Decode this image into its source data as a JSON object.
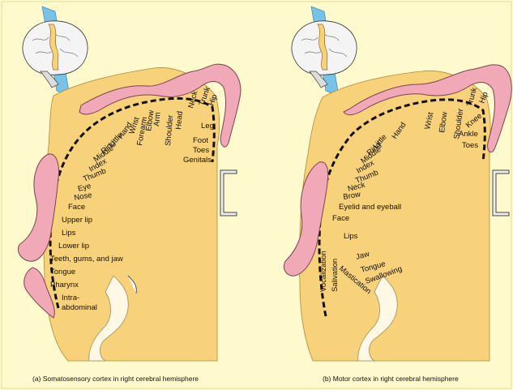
{
  "figure": {
    "panels": [
      {
        "id": "a",
        "caption": "(a) Somatosensory cortex in right cerebral hemisphere",
        "labels": [
          "Hip",
          "Trunk",
          "Neck",
          "Head",
          "Shoulder",
          "Arm",
          "Elbow",
          "Forearm",
          "Wrist",
          "Hand",
          "Little",
          "Ring",
          "Middle",
          "Index",
          "Thumb",
          "Eye",
          "Nose",
          "Face",
          "Upper lip",
          "Lips",
          "Lower lip",
          "Teeth, gums, and jaw",
          "Tongue",
          "Pharynx",
          "Intra-",
          "abdominal",
          "Leg",
          "Foot",
          "Toes",
          "Genitals"
        ]
      },
      {
        "id": "b",
        "caption": "(b) Motor cortex in right cerebral hemisphere",
        "labels": [
          "Hip",
          "Trunk",
          "Shoulder",
          "Elbow",
          "Wrist",
          "Hand",
          "Little",
          "Ring",
          "Middle",
          "Index",
          "Thumb",
          "Neck",
          "Brow",
          "Eyelid and eyeball",
          "Face",
          "Lips",
          "Jaw",
          "Tongue",
          "Swallowing",
          "Mastication",
          "Salivation",
          "Vocalization",
          "Knee",
          "Ankle",
          "Toes"
        ]
      }
    ]
  }
}
